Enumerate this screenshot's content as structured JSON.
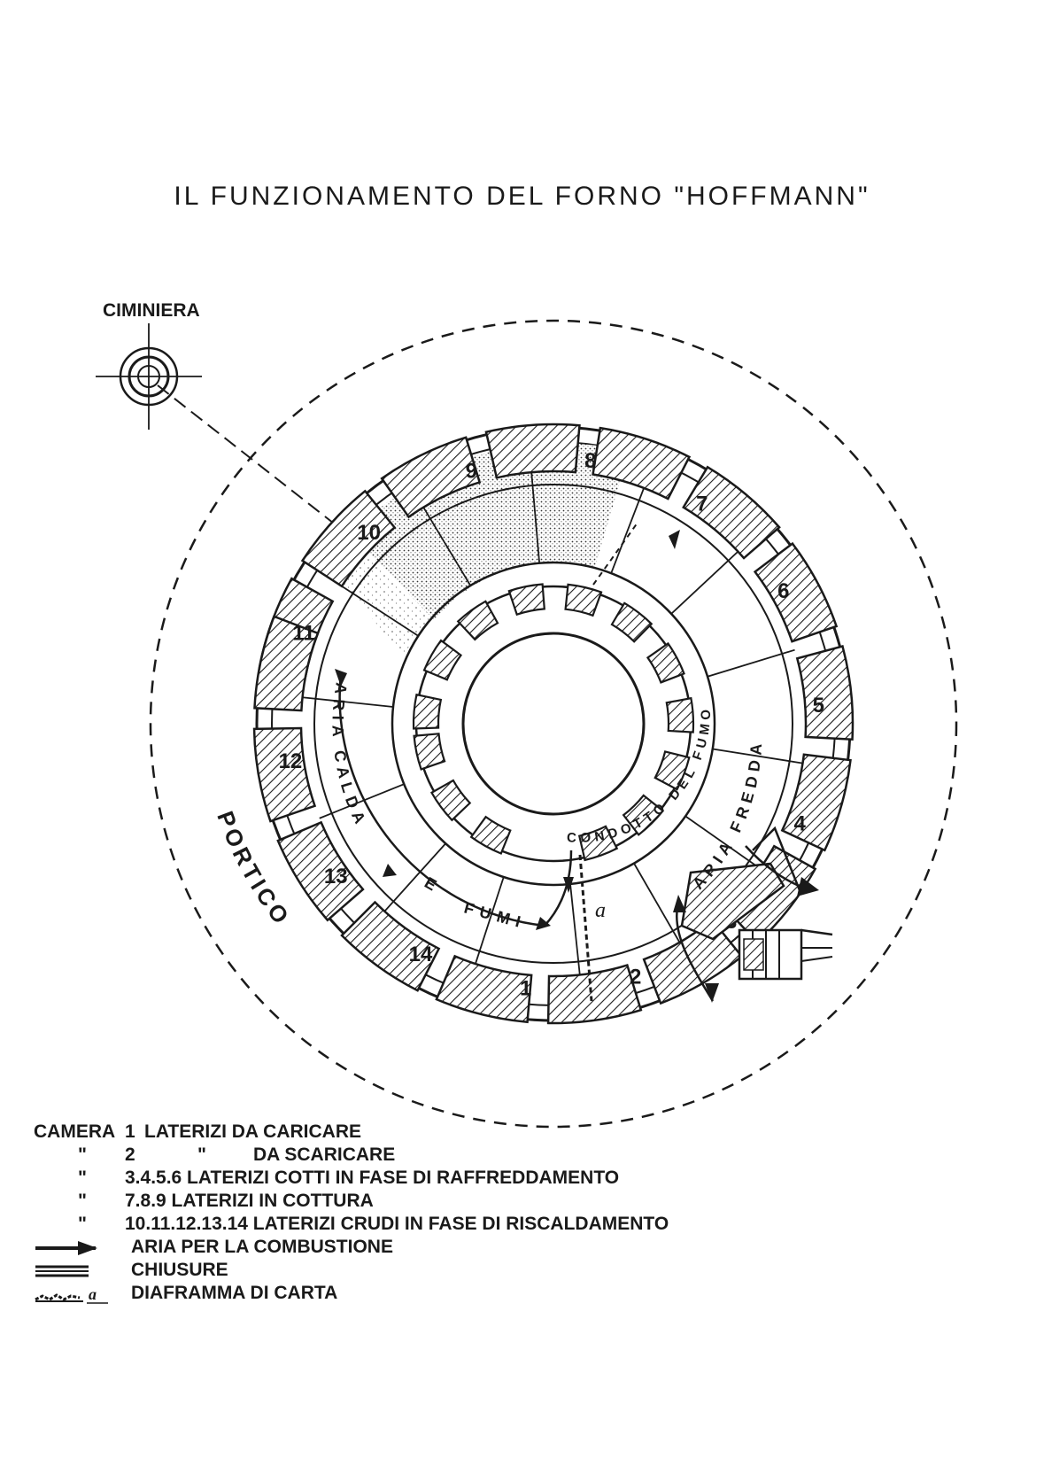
{
  "title": "IL FUNZIONAMENTO DEL FORNO \"HOFFMANN\"",
  "labels": {
    "chimney": "CIMINIERA",
    "portico": "PORTICO",
    "hot_air": "ARIA CALDA",
    "e_fumi_1": "E",
    "e_fumi_2": "FUMI",
    "cold_air": "ARIA FREDDA",
    "smoke_duct": "CONDOTTO DEL FUMO",
    "diaphragm": "a"
  },
  "chambers": [
    "1",
    "2",
    "3",
    "4",
    "5",
    "6",
    "7",
    "8",
    "9",
    "10",
    "11",
    "12",
    "13",
    "14"
  ],
  "legend": {
    "row1": {
      "key": "CAMERA",
      "num": "1",
      "text": "LATERIZI DA CARICARE"
    },
    "row2": {
      "key": "\"",
      "num": "2",
      "ditto": "\"",
      "text": "DA SCARICARE"
    },
    "row3": {
      "key": "\"",
      "text": "3.4.5.6 LATERIZI COTTI IN FASE DI RAFFREDDAMENTO"
    },
    "row4": {
      "key": "\"",
      "text": "7.8.9 LATERIZI IN COTTURA"
    },
    "row5": {
      "key": "\"",
      "text": "10.11.12.13.14 LATERIZI CRUDI IN FASE DI RISCALDAMENTO"
    },
    "row6": {
      "text": "ARIA PER LA COMBUSTIONE"
    },
    "row7": {
      "text": "CHIUSURE"
    },
    "row8": {
      "text": "DIAFRAMMA DI CARTA",
      "symbol": "a"
    }
  },
  "colors": {
    "ink": "#1a1a1a",
    "paper": "#ffffff"
  }
}
